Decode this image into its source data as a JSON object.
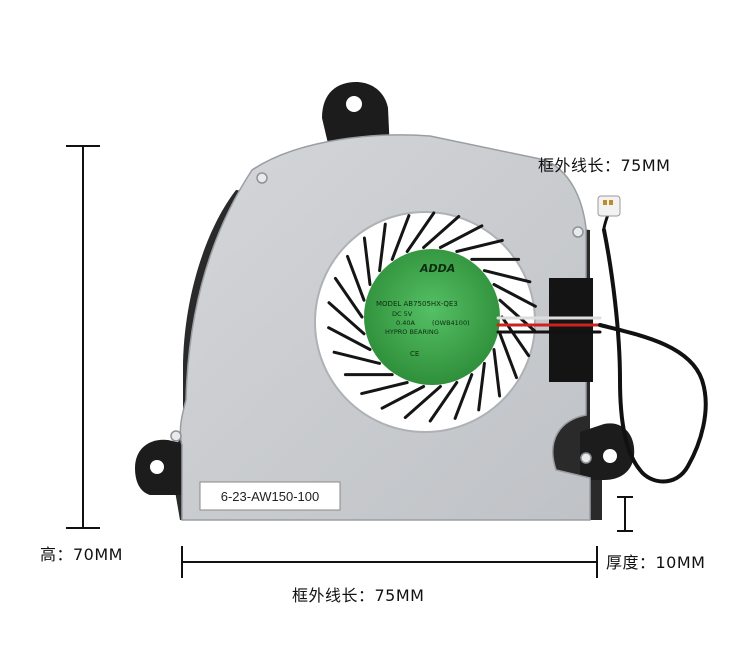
{
  "dimensions": {
    "top_length": "框外线长：75MM",
    "bottom_length": "框外线长：75MM",
    "height": "高：70MM",
    "thickness": "厚度：10MM"
  },
  "fan_label": {
    "brand": "ADDA",
    "model": "MODEL  AB7505HX-QE3",
    "dc": "DC    5V",
    "current": "0.40A",
    "code": "(OWB4100)",
    "bearing": "HYPRO BEARING",
    "mark": "CE"
  },
  "sticker": {
    "part_number": "6-23-AW150-100"
  },
  "colors": {
    "housing": "#c9ccd0",
    "label_green": "#3aa043",
    "cable": "#111111"
  }
}
